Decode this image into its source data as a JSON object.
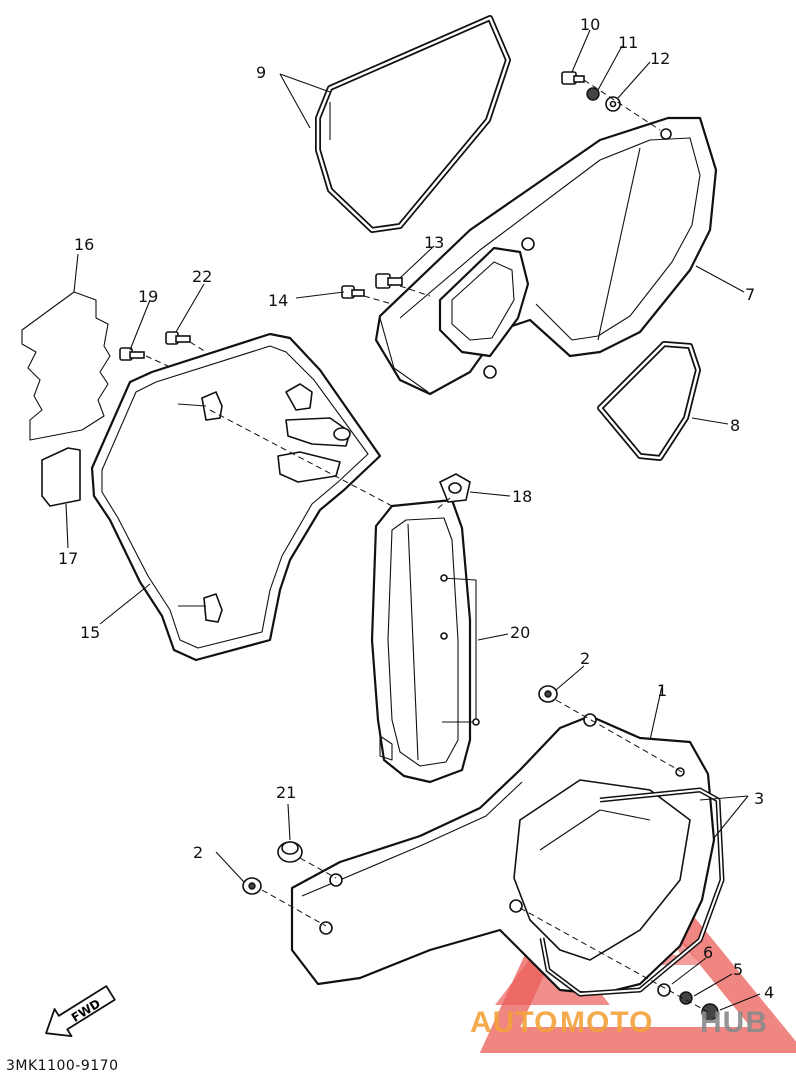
{
  "diagram": {
    "callouts": {
      "c1": "1",
      "c2a": "2",
      "c2b": "2",
      "c3": "3",
      "c4": "4",
      "c5": "5",
      "c6": "6",
      "c7": "7",
      "c8": "8",
      "c9": "9",
      "c10": "10",
      "c11": "11",
      "c12": "12",
      "c13": "13",
      "c14": "14",
      "c15": "15",
      "c16": "16",
      "c17": "17",
      "c18": "18",
      "c19": "19",
      "c20": "20",
      "c21": "21",
      "c22": "22"
    },
    "fwd_label": "FWD",
    "drawing_code": "3MK1100-9170"
  },
  "watermark": {
    "text_part1": "AUTO",
    "text_part2": "MOTO",
    "text_part3": "HUB",
    "color_red": "#e8413c",
    "color_orange": "#f2a23a",
    "color_gray": "#8a8a8a"
  }
}
